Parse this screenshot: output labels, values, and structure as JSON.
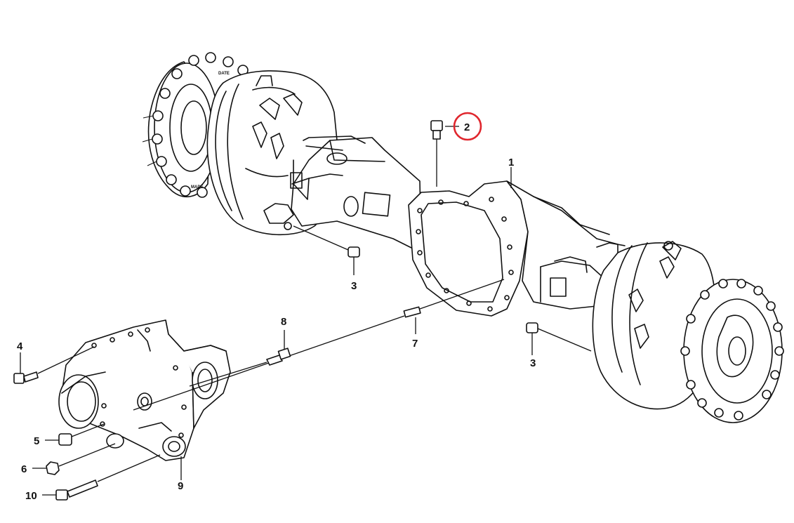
{
  "callouts": [
    {
      "label": "1"
    },
    {
      "label": "2",
      "highlighted": true
    },
    {
      "label": "3"
    },
    {
      "label": "3"
    },
    {
      "label": "4"
    },
    {
      "label": "5"
    },
    {
      "label": "6"
    },
    {
      "label": "7"
    },
    {
      "label": "8"
    },
    {
      "label": "9"
    },
    {
      "label": "10"
    }
  ],
  "hub_marking": {
    "top": "DATE",
    "side": "MADE"
  },
  "colors": {
    "line": "#111111",
    "highlight": "#e0262d",
    "background": "#ffffff"
  }
}
